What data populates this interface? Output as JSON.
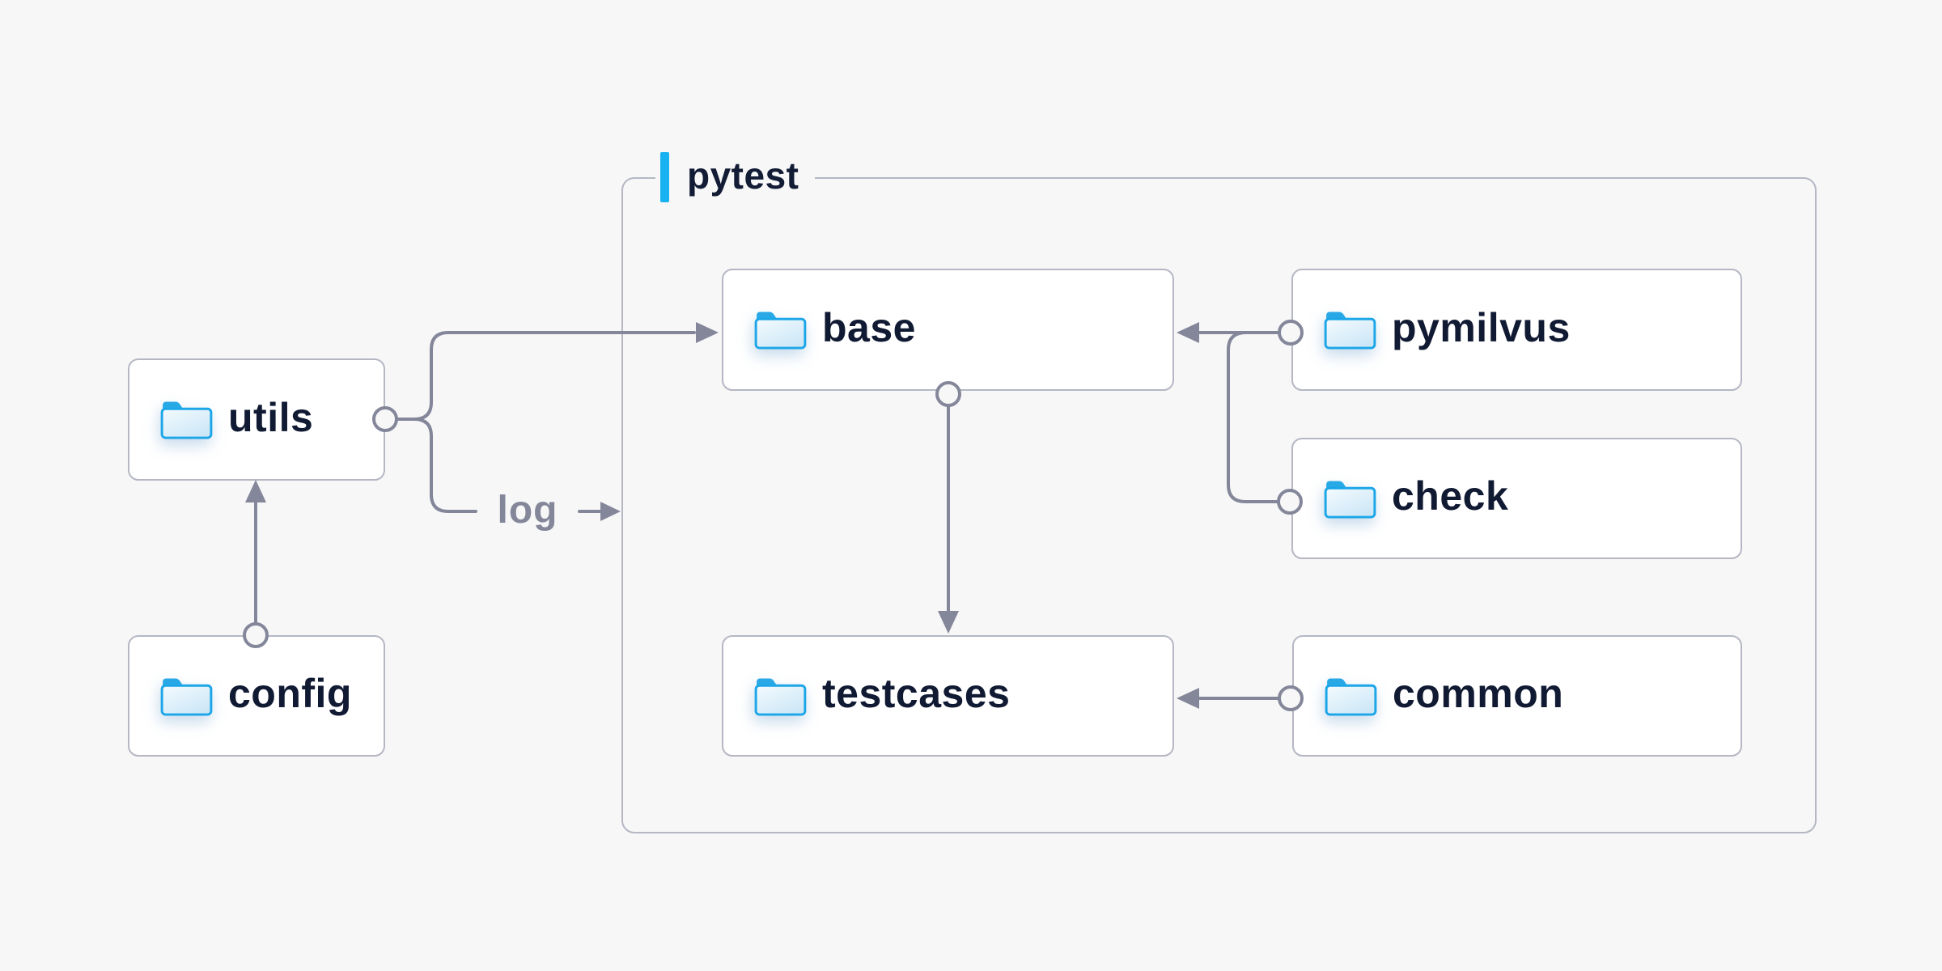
{
  "diagram": {
    "group": {
      "title": "pytest"
    },
    "nodes": {
      "utils": {
        "label": "utils"
      },
      "config": {
        "label": "config"
      },
      "base": {
        "label": "base"
      },
      "pymilvus": {
        "label": "pymilvus"
      },
      "check": {
        "label": "check"
      },
      "testcases": {
        "label": "testcases"
      },
      "common": {
        "label": "common"
      }
    },
    "edges": [
      {
        "from": "config",
        "to": "utils",
        "label": ""
      },
      {
        "from": "utils",
        "to": "base",
        "label": ""
      },
      {
        "from": "utils",
        "to": "pytest",
        "label": "log"
      },
      {
        "from": "base",
        "to": "testcases",
        "label": ""
      },
      {
        "from": "pymilvus",
        "to": "base",
        "label": ""
      },
      {
        "from": "check",
        "to": "base",
        "label": ""
      },
      {
        "from": "common",
        "to": "testcases",
        "label": ""
      }
    ],
    "log_label": "log",
    "colors": {
      "background": "#f7f7f8",
      "box_border": "#b5b7c3",
      "connector_gray": "#84879a",
      "accent_cyan": "#19b2f0",
      "text_dark_navy": "#111a33",
      "folder_blue": "#1ca6e8"
    }
  }
}
